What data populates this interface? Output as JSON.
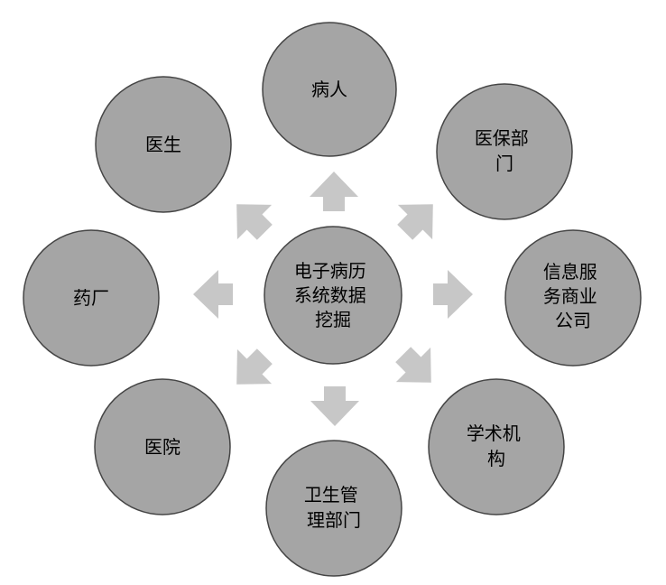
{
  "diagram": {
    "center": {
      "lines": [
        "电子病历",
        "系统数据",
        "挖掘"
      ]
    },
    "nodes": [
      {
        "id": "patient",
        "lines": [
          "病人"
        ]
      },
      {
        "id": "insurance",
        "lines": [
          "医保部",
          "门"
        ]
      },
      {
        "id": "info-service",
        "lines": [
          "信息服",
          "务商业",
          "公司"
        ]
      },
      {
        "id": "academic",
        "lines": [
          "学术机",
          "构"
        ]
      },
      {
        "id": "health-dept",
        "lines": [
          "卫生管",
          "理部门"
        ]
      },
      {
        "id": "hospital",
        "lines": [
          "医院"
        ]
      },
      {
        "id": "pharma",
        "lines": [
          "药厂"
        ]
      },
      {
        "id": "doctor",
        "lines": [
          "医生"
        ]
      }
    ],
    "colors": {
      "node_fill": "#a5a5a5",
      "node_stroke": "#454545",
      "arrow_fill": "#c7c7c7",
      "text": "#000000"
    }
  }
}
